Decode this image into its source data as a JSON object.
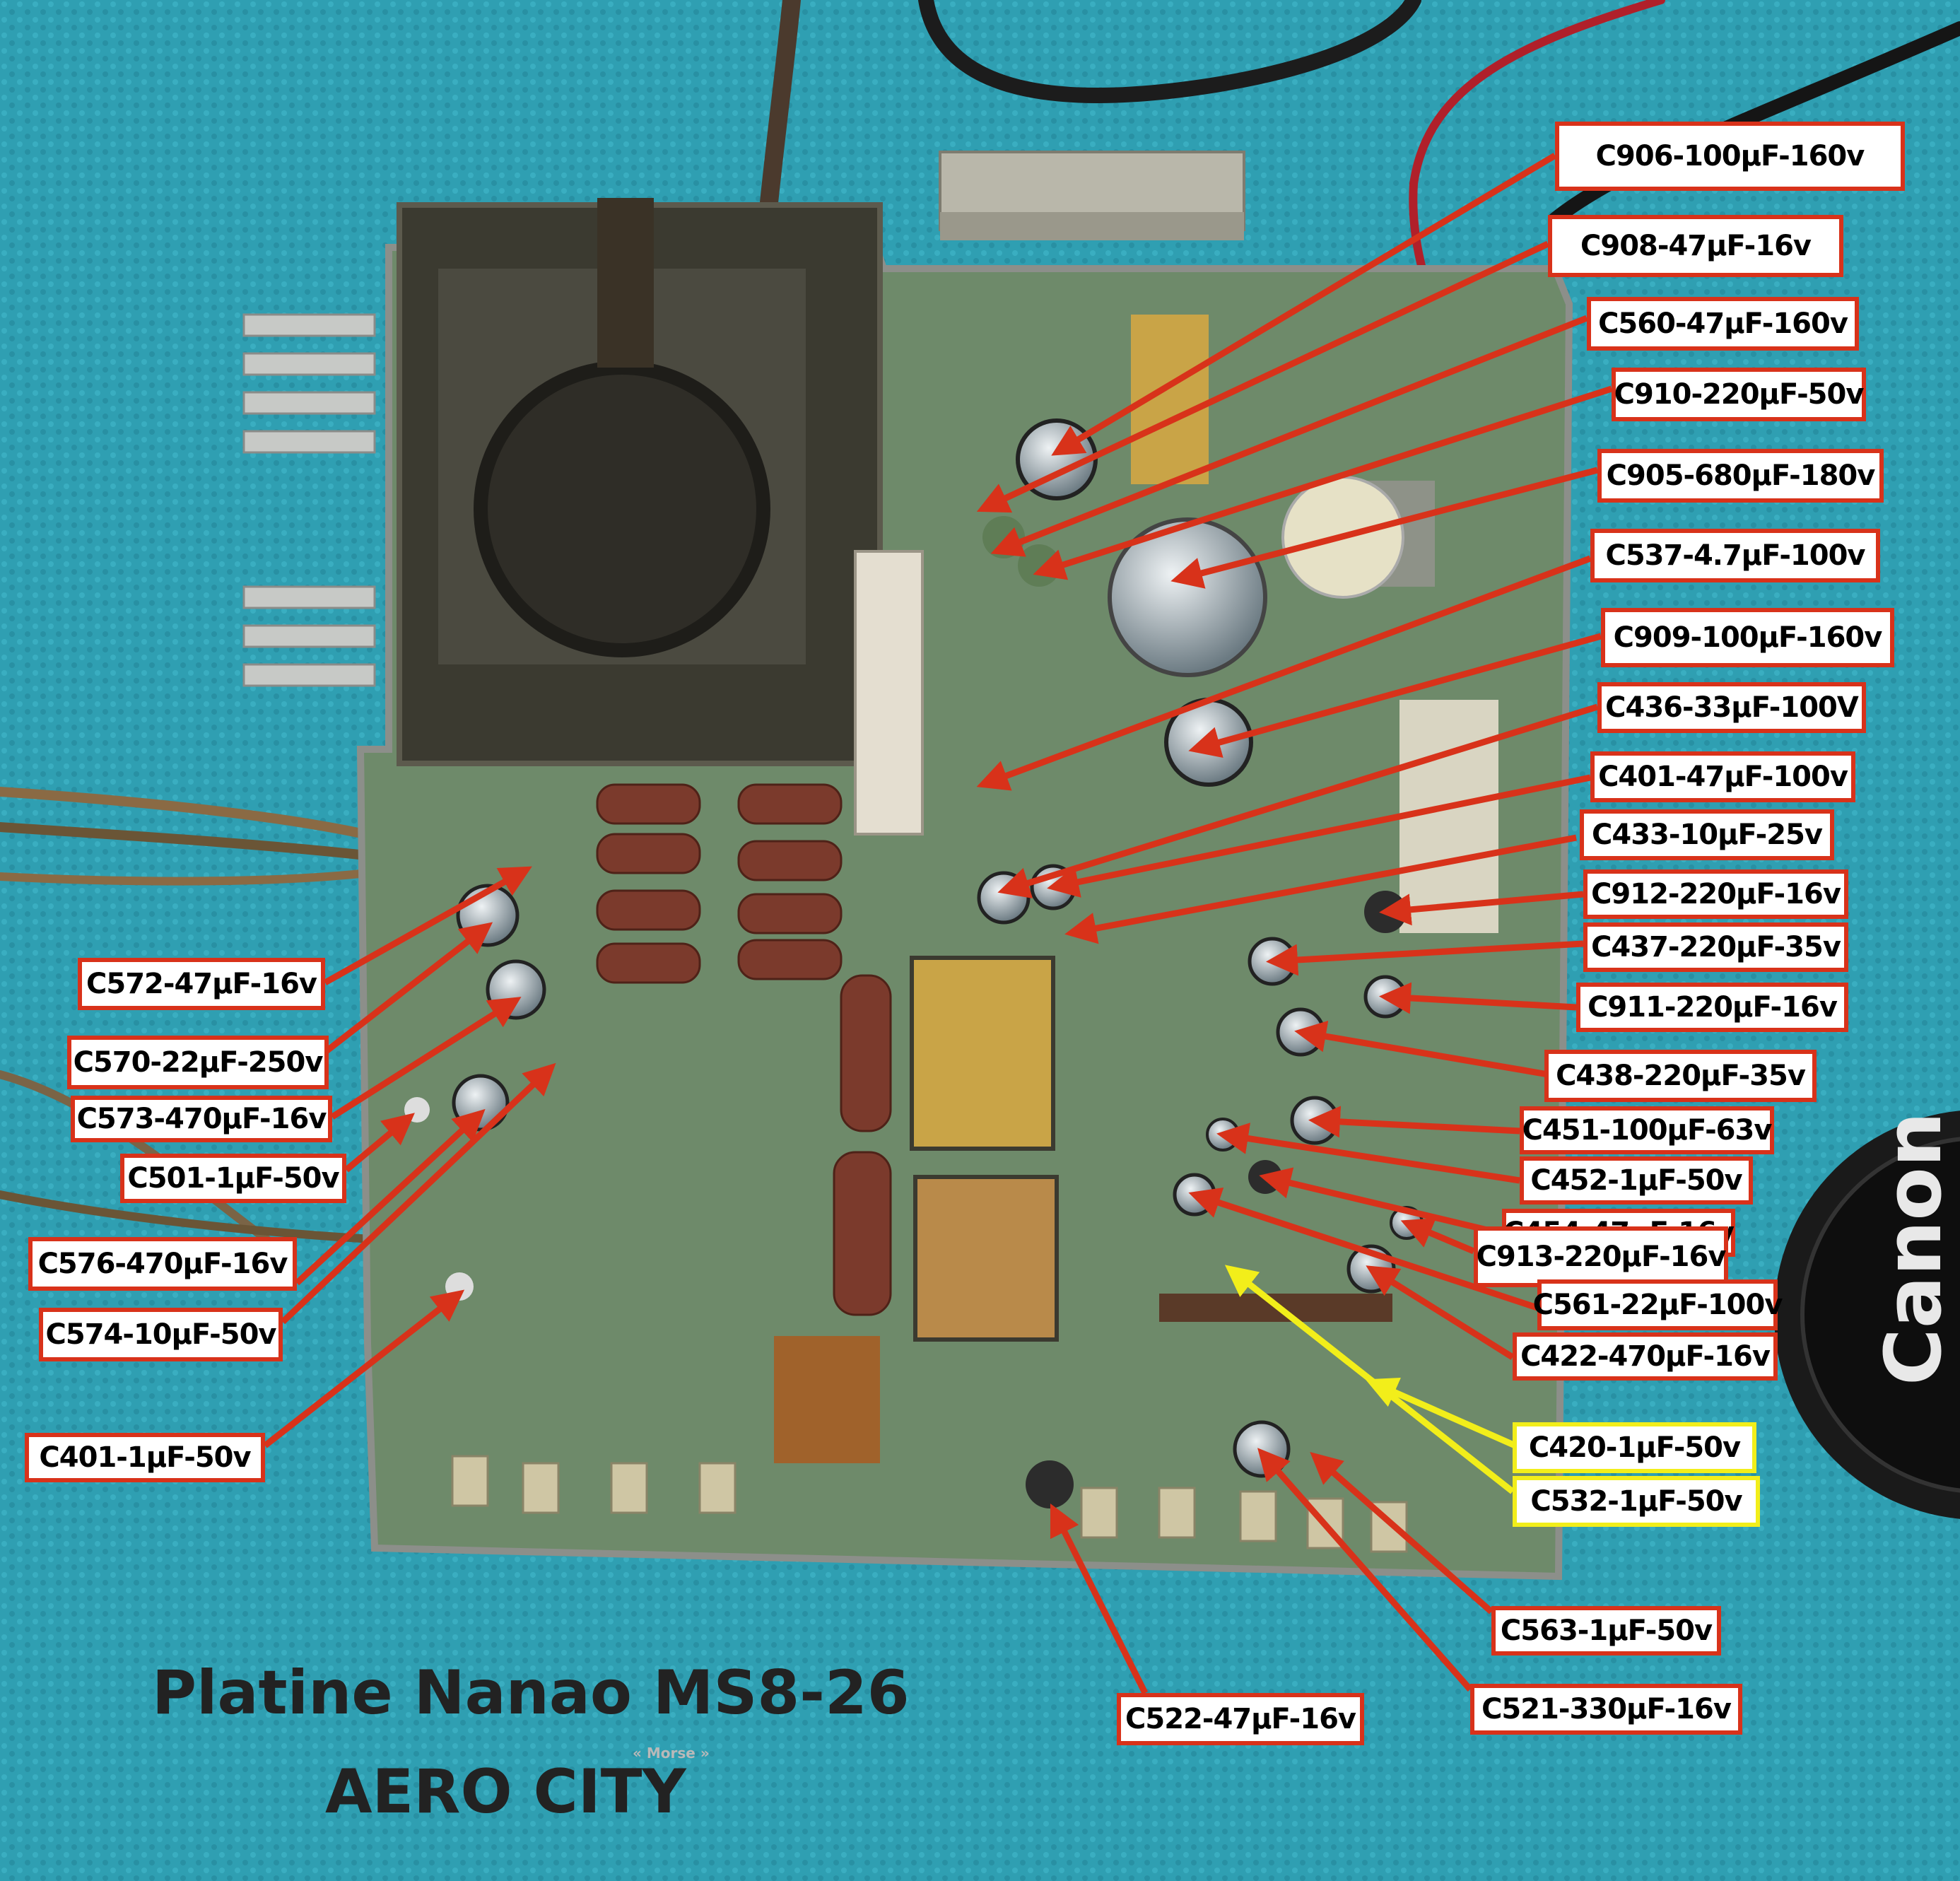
{
  "title": {
    "line1": "Platine Nanao MS8-26",
    "line2": "AERO CITY",
    "watermark": "« Morse »"
  },
  "colors": {
    "label_border_red": "#d8321a",
    "label_border_yellow": "#f2ee1a",
    "arrow_red": "#d8321a",
    "arrow_yellow": "#f2ee1a",
    "mat": "#2f9fb2",
    "pcb": "#6e8a6a"
  },
  "labels": {
    "c906": "C906-100µF-160v",
    "c908": "C908-47µF-16v",
    "c560": "C560-47µF-160v",
    "c910": "C910-220µF-50v",
    "c905": "C905-680µF-180v",
    "c537": "C537-4.7µF-100v",
    "c909": "C909-100µF-160v",
    "c436": "C436-33µF-100V",
    "c401a": "C401-47µF-100v",
    "c433": "C433-10µF-25v",
    "c912": "C912-220µF-16v",
    "c437": "C437-220µF-35v",
    "c911": "C911-220µF-16v",
    "c438": "C438-220µF-35v",
    "c451": "C451-100µF-63v",
    "c452": "C452-1µF-50v",
    "c454": "C454-47µF-16v",
    "c913": "C913-220µF-16v",
    "c561": "C561-22µF-100v",
    "c422": "C422-470µF-16v",
    "c420": "C420-1µF-50v",
    "c532": "C532-1µF-50v",
    "c563": "C563-1µF-50v",
    "c521": "C521-330µF-16v",
    "c522": "C522-47µF-16v",
    "c572": "C572-47µF-16v",
    "c570": "C570-22µF-250v",
    "c573": "C573-470µF-16v",
    "c501": "C501-1µF-50v",
    "c576": "C576-470µF-16v",
    "c574": "C574-10µF-50v",
    "c401b": "C401-1µF-50v"
  },
  "lens_cap_text": "Canon"
}
